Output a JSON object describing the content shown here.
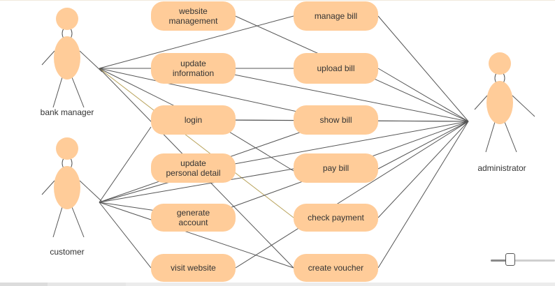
{
  "diagram": {
    "actors": [
      {
        "id": "bank_manager",
        "label": "bank manager"
      },
      {
        "id": "customer",
        "label": "customer"
      },
      {
        "id": "administrator",
        "label": "administrator"
      }
    ],
    "use_cases": [
      {
        "id": "website_management",
        "label": "website\nmanagement"
      },
      {
        "id": "update_information",
        "label": "update\ninformation"
      },
      {
        "id": "login",
        "label": "login"
      },
      {
        "id": "update_personal_detail",
        "label": "update\npersonal detail"
      },
      {
        "id": "generate_account",
        "label": "generate\naccount"
      },
      {
        "id": "visit_website",
        "label": "visit website"
      },
      {
        "id": "manage_bill",
        "label": "manage bill"
      },
      {
        "id": "upload_bill",
        "label": "upload bill"
      },
      {
        "id": "show_bill",
        "label": "show bill"
      },
      {
        "id": "pay_bill",
        "label": "pay bill"
      },
      {
        "id": "check_payment",
        "label": "check payment"
      },
      {
        "id": "create_voucher",
        "label": "create voucher"
      }
    ],
    "associations": [
      [
        "bank_manager",
        "manage_bill"
      ],
      [
        "bank_manager",
        "update_information"
      ],
      [
        "bank_manager",
        "upload_bill"
      ],
      [
        "bank_manager",
        "login"
      ],
      [
        "bank_manager",
        "show_bill"
      ],
      [
        "bank_manager",
        "check_payment"
      ],
      [
        "bank_manager",
        "create_voucher"
      ],
      [
        "customer",
        "login"
      ],
      [
        "customer",
        "update_personal_detail"
      ],
      [
        "customer",
        "show_bill"
      ],
      [
        "customer",
        "pay_bill"
      ],
      [
        "customer",
        "generate_account"
      ],
      [
        "customer",
        "visit_website"
      ],
      [
        "customer",
        "create_voucher"
      ],
      [
        "administrator",
        "website_management"
      ],
      [
        "administrator",
        "manage_bill"
      ],
      [
        "administrator",
        "upload_bill"
      ],
      [
        "administrator",
        "update_information"
      ],
      [
        "administrator",
        "login"
      ],
      [
        "administrator",
        "show_bill"
      ],
      [
        "administrator",
        "update_personal_detail"
      ],
      [
        "administrator",
        "pay_bill"
      ],
      [
        "administrator",
        "generate_account"
      ],
      [
        "administrator",
        "check_payment"
      ],
      [
        "administrator",
        "create_voucher"
      ],
      [
        "administrator",
        "visit_website"
      ],
      [
        "login",
        "pay_bill"
      ]
    ],
    "highlighted_association": [
      "bank_manager",
      "check_payment"
    ]
  },
  "colors": {
    "shape_fill": "#ffcc99",
    "line": "#555555",
    "highlight_line": "#b8a25a",
    "text": "#333333"
  },
  "zoom": {
    "value": 0.3
  }
}
